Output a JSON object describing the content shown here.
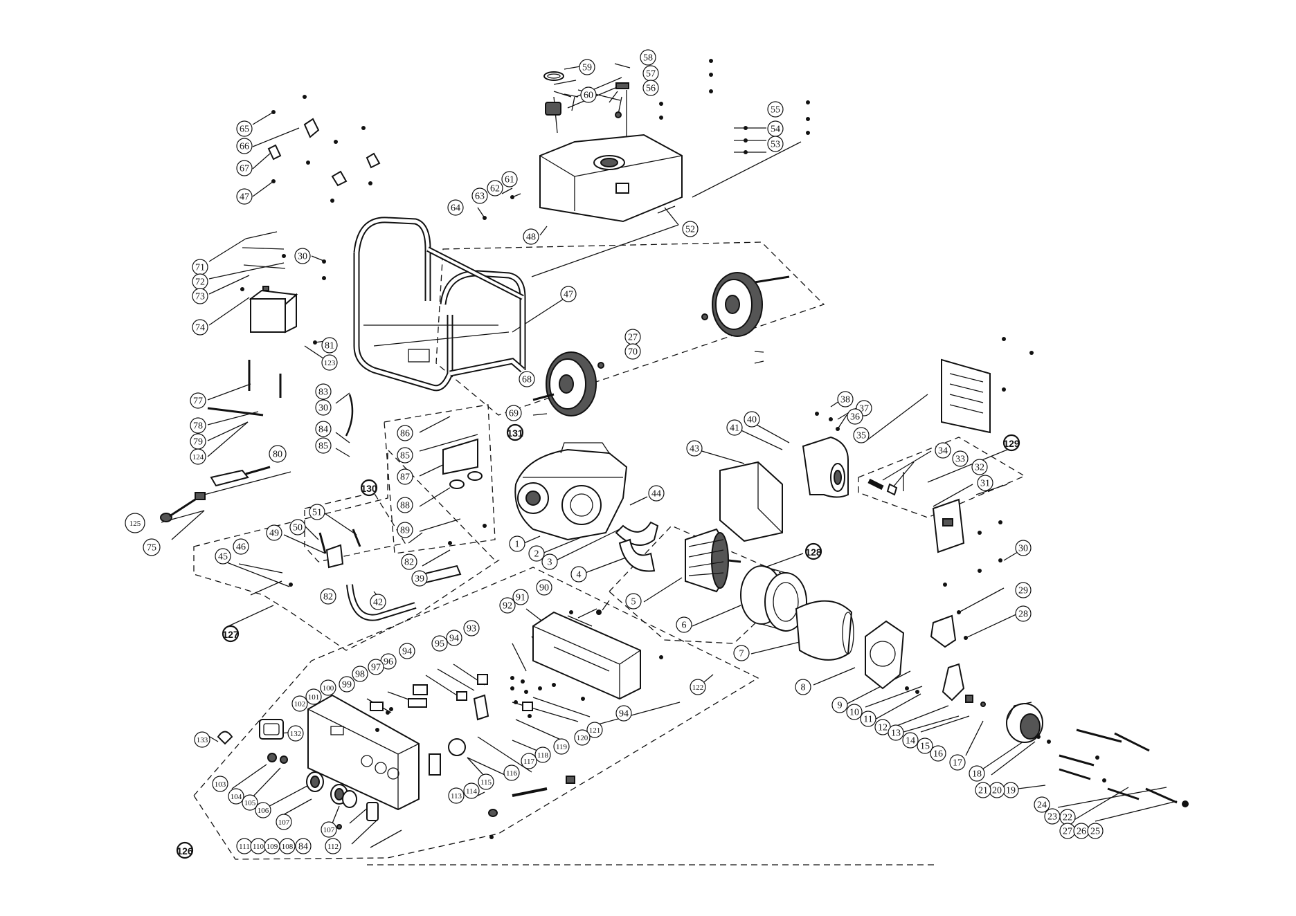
{
  "callouts": [
    {
      "id": "c59",
      "label": "59"
    },
    {
      "id": "c58",
      "label": "58"
    },
    {
      "id": "c57",
      "label": "57"
    },
    {
      "id": "c56",
      "label": "56"
    },
    {
      "id": "c60",
      "label": "60"
    },
    {
      "id": "c65",
      "label": "65"
    },
    {
      "id": "c66",
      "label": "66"
    },
    {
      "id": "c67",
      "label": "67"
    },
    {
      "id": "c47a",
      "label": "47"
    },
    {
      "id": "c55",
      "label": "55"
    },
    {
      "id": "c54",
      "label": "54"
    },
    {
      "id": "c53",
      "label": "53"
    },
    {
      "id": "c61",
      "label": "61"
    },
    {
      "id": "c62",
      "label": "62"
    },
    {
      "id": "c63",
      "label": "63"
    },
    {
      "id": "c64",
      "label": "64"
    },
    {
      "id": "c48",
      "label": "48"
    },
    {
      "id": "c52",
      "label": "52"
    },
    {
      "id": "c71",
      "label": "71"
    },
    {
      "id": "c72",
      "label": "72"
    },
    {
      "id": "c73",
      "label": "73"
    },
    {
      "id": "c74",
      "label": "74"
    },
    {
      "id": "c30a",
      "label": "30"
    },
    {
      "id": "c47b",
      "label": "47"
    },
    {
      "id": "c81",
      "label": "81"
    },
    {
      "id": "c123",
      "label": "123"
    },
    {
      "id": "c27a",
      "label": "27"
    },
    {
      "id": "c70",
      "label": "70"
    },
    {
      "id": "c68",
      "label": "68"
    },
    {
      "id": "c77",
      "label": "77"
    },
    {
      "id": "c83",
      "label": "83"
    },
    {
      "id": "c30b",
      "label": "30"
    },
    {
      "id": "c84a",
      "label": "84"
    },
    {
      "id": "c85a",
      "label": "85"
    },
    {
      "id": "c78",
      "label": "78"
    },
    {
      "id": "c79",
      "label": "79"
    },
    {
      "id": "c124",
      "label": "124"
    },
    {
      "id": "c69",
      "label": "69"
    },
    {
      "id": "c86",
      "label": "86"
    },
    {
      "id": "c85b",
      "label": "85"
    },
    {
      "id": "c131",
      "label": "131"
    },
    {
      "id": "c87",
      "label": "87"
    },
    {
      "id": "c88",
      "label": "88"
    },
    {
      "id": "c89",
      "label": "89"
    },
    {
      "id": "c80",
      "label": "80"
    },
    {
      "id": "c125",
      "label": "125"
    },
    {
      "id": "c75",
      "label": "75"
    },
    {
      "id": "c130",
      "label": "130"
    },
    {
      "id": "c51",
      "label": "51"
    },
    {
      "id": "c49",
      "label": "49"
    },
    {
      "id": "c50",
      "label": "50"
    },
    {
      "id": "c46",
      "label": "46"
    },
    {
      "id": "c45",
      "label": "45"
    },
    {
      "id": "c82a",
      "label": "82"
    },
    {
      "id": "c39",
      "label": "39"
    },
    {
      "id": "c82b",
      "label": "82"
    },
    {
      "id": "c42",
      "label": "42"
    },
    {
      "id": "c127",
      "label": "127"
    },
    {
      "id": "c38",
      "label": "38"
    },
    {
      "id": "c37",
      "label": "37"
    },
    {
      "id": "c36",
      "label": "36"
    },
    {
      "id": "c40",
      "label": "40"
    },
    {
      "id": "c41",
      "label": "41"
    },
    {
      "id": "c43",
      "label": "43"
    },
    {
      "id": "c35",
      "label": "35"
    },
    {
      "id": "c129",
      "label": "129"
    },
    {
      "id": "c34",
      "label": "34"
    },
    {
      "id": "c33",
      "label": "33"
    },
    {
      "id": "c32",
      "label": "32"
    },
    {
      "id": "c31",
      "label": "31"
    },
    {
      "id": "c44",
      "label": "44"
    },
    {
      "id": "c1",
      "label": "1"
    },
    {
      "id": "c2",
      "label": "2"
    },
    {
      "id": "c3",
      "label": "3"
    },
    {
      "id": "c4",
      "label": "4"
    },
    {
      "id": "c128",
      "label": "128"
    },
    {
      "id": "c5",
      "label": "5"
    },
    {
      "id": "c6",
      "label": "6"
    },
    {
      "id": "c7",
      "label": "7"
    },
    {
      "id": "c30c",
      "label": "30"
    },
    {
      "id": "c29",
      "label": "29"
    },
    {
      "id": "c28",
      "label": "28"
    },
    {
      "id": "c8",
      "label": "8"
    },
    {
      "id": "c90",
      "label": "90"
    },
    {
      "id": "c91",
      "label": "91"
    },
    {
      "id": "c92",
      "label": "92"
    },
    {
      "id": "c93",
      "label": "93"
    },
    {
      "id": "c94a",
      "label": "94"
    },
    {
      "id": "c95",
      "label": "95"
    },
    {
      "id": "c94b",
      "label": "94"
    },
    {
      "id": "c96",
      "label": "96"
    },
    {
      "id": "c97",
      "label": "97"
    },
    {
      "id": "c98",
      "label": "98"
    },
    {
      "id": "c99",
      "label": "99"
    },
    {
      "id": "c100",
      "label": "100"
    },
    {
      "id": "c101",
      "label": "101"
    },
    {
      "id": "c102",
      "label": "102"
    },
    {
      "id": "c122",
      "label": "122"
    },
    {
      "id": "c94c",
      "label": "94"
    },
    {
      "id": "c121",
      "label": "121"
    },
    {
      "id": "c120",
      "label": "120"
    },
    {
      "id": "c119",
      "label": "119"
    },
    {
      "id": "c118",
      "label": "118"
    },
    {
      "id": "c117",
      "label": "117"
    },
    {
      "id": "c116",
      "label": "116"
    },
    {
      "id": "c115",
      "label": "115"
    },
    {
      "id": "c114",
      "label": "114"
    },
    {
      "id": "c113",
      "label": "113"
    },
    {
      "id": "c133",
      "label": "133"
    },
    {
      "id": "c132",
      "label": "132"
    },
    {
      "id": "c103",
      "label": "103"
    },
    {
      "id": "c104",
      "label": "104"
    },
    {
      "id": "c105",
      "label": "105"
    },
    {
      "id": "c106",
      "label": "106"
    },
    {
      "id": "c107a",
      "label": "107"
    },
    {
      "id": "c107b",
      "label": "107"
    },
    {
      "id": "c111",
      "label": "111"
    },
    {
      "id": "c110",
      "label": "110"
    },
    {
      "id": "c109",
      "label": "109"
    },
    {
      "id": "c108",
      "label": "108"
    },
    {
      "id": "c84b",
      "label": "84"
    },
    {
      "id": "c112",
      "label": "112"
    },
    {
      "id": "c126",
      "label": "126"
    },
    {
      "id": "c9",
      "label": "9"
    },
    {
      "id": "c10",
      "label": "10"
    },
    {
      "id": "c11",
      "label": "11"
    },
    {
      "id": "c12",
      "label": "12"
    },
    {
      "id": "c13",
      "label": "13"
    },
    {
      "id": "c14",
      "label": "14"
    },
    {
      "id": "c15",
      "label": "15"
    },
    {
      "id": "c16",
      "label": "16"
    },
    {
      "id": "c17",
      "label": "17"
    },
    {
      "id": "c18",
      "label": "18"
    },
    {
      "id": "c19",
      "label": "19"
    },
    {
      "id": "c20",
      "label": "20"
    },
    {
      "id": "c21",
      "label": "21"
    },
    {
      "id": "c24",
      "label": "24"
    },
    {
      "id": "c23",
      "label": "23"
    },
    {
      "id": "c22",
      "label": "22"
    },
    {
      "id": "c27b",
      "label": "27"
    },
    {
      "id": "c26",
      "label": "26"
    },
    {
      "id": "c25",
      "label": "25"
    }
  ]
}
